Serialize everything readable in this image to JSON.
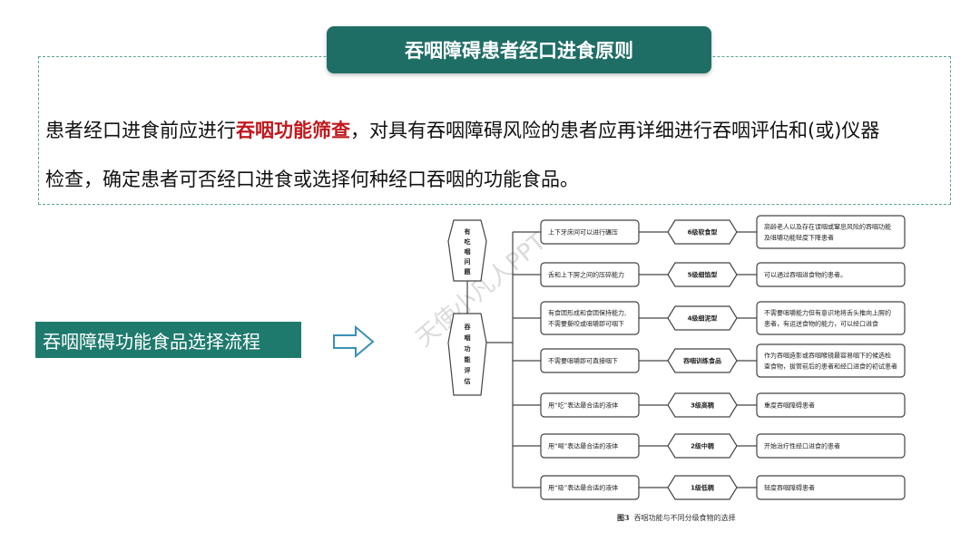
{
  "title": "吞咽障碍患者经口进食原则",
  "paragraph": {
    "line1_pre": "患者经口进食前应进行",
    "line1_highlight": "吞咽功能筛查",
    "line1_post": "，对具有吞咽障碍风险的患者应再详细进行吞咽评估和(或)仪器",
    "line2": "检查，确定患者可否经口进食或选择何种经口吞咽的功能食品。"
  },
  "side_label": "吞咽障碍功能食品选择流程",
  "watermark": "天使小凡人PPT",
  "flowchart": {
    "left_nodes": [
      "有吃咽问题",
      "吞咽功能评估"
    ],
    "rows": [
      {
        "condition": "上下牙床间可以进行碾压",
        "food": "6级软食型",
        "target": [
          "高龄老人以及存在误咽或窒息风险的吞咽功能",
          "及咀嚼功能轻度下降患者"
        ]
      },
      {
        "condition": "舌和上下腭之间的压碎能力",
        "food": "5级细馅型",
        "target": [
          "可以通过吞咽进食物的患者。"
        ]
      },
      {
        "condition": "有食团形成和食团保持能力,不需要撕咬或咀嚼即可咽下",
        "food": "4级细泥型",
        "target": [
          "不需要咀嚼能力但有意识地将舌头推向上腭的",
          "患者，有运送食物的能力，可以经口进食"
        ]
      },
      {
        "condition": "不需要咀嚼即可直接咽下",
        "food": "吞咽训练食品",
        "target": [
          "作为吞咽造影或吞咽喉镜最容易咽下的候选检",
          "查食物，拔管前后的患者和经口进食的初试患者"
        ]
      },
      {
        "condition": "用“吃”表达最合适的液体",
        "food": "3级高稠",
        "target": [
          "重度吞咽障碍患者"
        ]
      },
      {
        "condition": "用“喝”表达最合适的液体",
        "food": "2级中稠",
        "target": [
          "开始治疗性经口进食的患者"
        ]
      },
      {
        "condition": "用“吸”表达最合适的液体",
        "food": "1级低稠",
        "target": [
          "轻度吞咽障碍患者"
        ]
      }
    ]
  },
  "caption": {
    "label": "图3",
    "text": "吞咽功能与不同分级食物的选择"
  },
  "colors": {
    "teal": "#1f6e66",
    "highlight": "#c0181e",
    "dash": "#5aa596"
  }
}
